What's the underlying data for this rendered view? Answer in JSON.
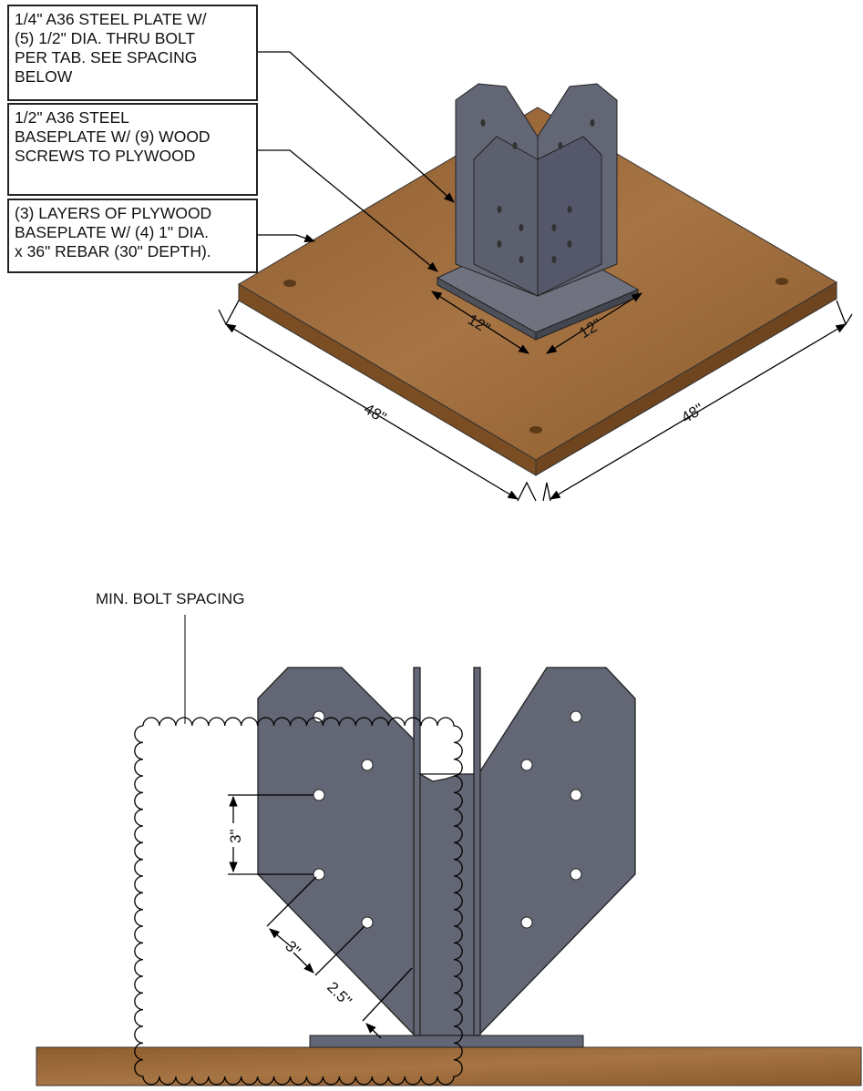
{
  "notes": {
    "plate": "1/4\" A36 STEEL PLATE W/\n(5) 1/2\" DIA. THRU BOLT\nPER TAB. SEE SPACING\nBELOW",
    "baseplate": "1/2\" A36 STEEL\nBASEPLATE W/ (9) WOOD\nSCREWS TO PLYWOOD",
    "plywood": "(3) LAYERS OF PLYWOOD\nBASEPLATE W/ (4) 1\" DIA.\nx 36\" REBAR (30\" DEPTH)."
  },
  "iso_dims": {
    "plywood_left": "48\"",
    "plywood_right": "48\"",
    "base_left": "12\"",
    "base_right": "12\""
  },
  "elevation": {
    "cloud_label": "MIN. BOLT SPACING",
    "vert_spacing": "3\"",
    "diag_spacing": "3\"",
    "edge_distance": "2.5\""
  },
  "colors": {
    "steel": "#636675",
    "wood": "#8a5a2b",
    "wood_top": "#9b6a3a"
  }
}
